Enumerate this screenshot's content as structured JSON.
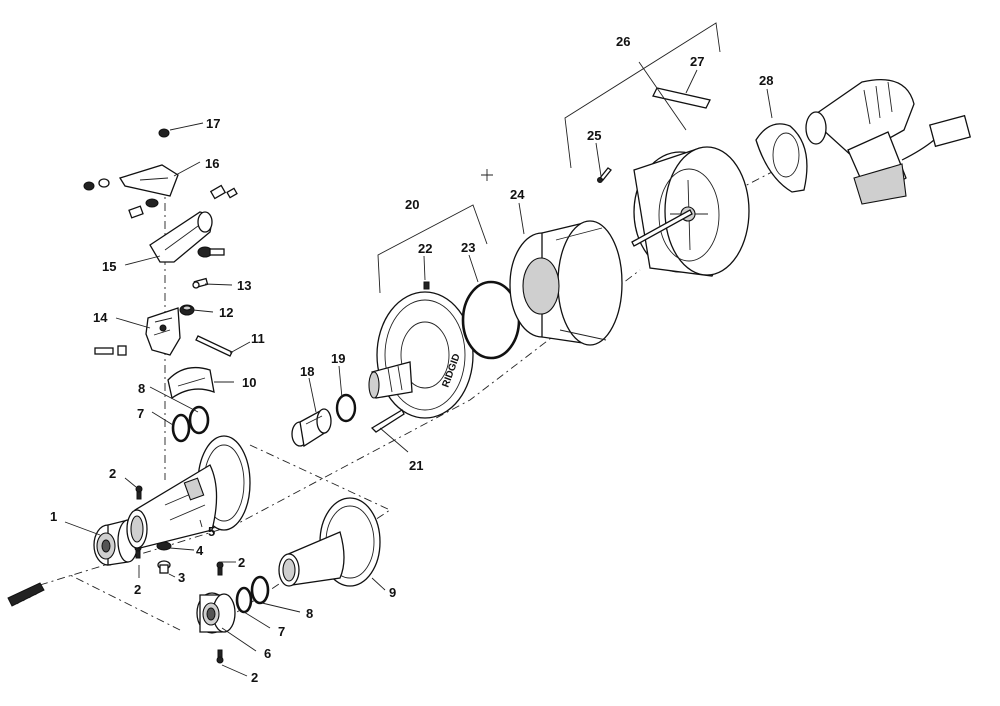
{
  "callouts": {
    "c1": "1",
    "c2a": "2",
    "c2b": "2",
    "c2c": "2",
    "c2d": "2",
    "c3": "3",
    "c4": "4",
    "c5": "5",
    "c6": "6",
    "c7a": "7",
    "c7b": "7",
    "c8a": "8",
    "c8b": "8",
    "c9": "9",
    "c10": "10",
    "c11": "11",
    "c12": "12",
    "c13": "13",
    "c14": "14",
    "c15": "15",
    "c16": "16",
    "c17": "17",
    "c18": "18",
    "c19": "19",
    "c20": "20",
    "c21": "21",
    "c22": "22",
    "c23": "23",
    "c24": "24",
    "c25": "25",
    "c26": "26",
    "c27": "27",
    "c28": "28"
  }
}
